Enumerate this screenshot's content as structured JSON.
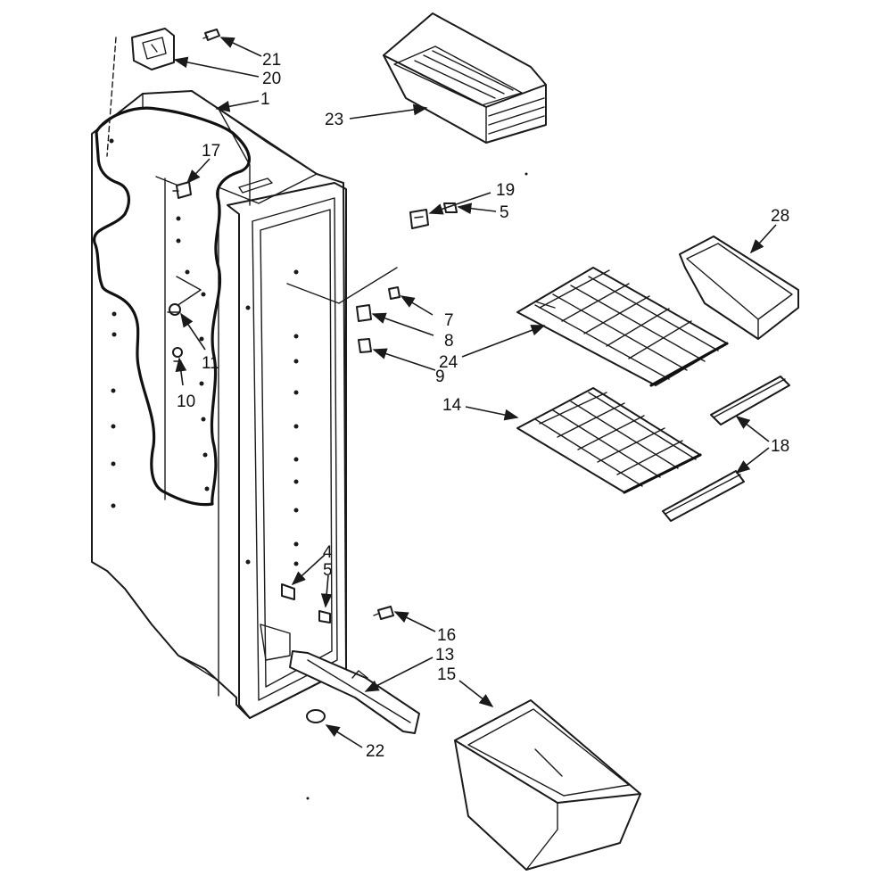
{
  "callouts": [
    {
      "id": "c1",
      "text": "1"
    },
    {
      "id": "c4",
      "text": "4"
    },
    {
      "id": "c5a",
      "text": "5"
    },
    {
      "id": "c5b",
      "text": "5"
    },
    {
      "id": "c7",
      "text": "7"
    },
    {
      "id": "c8",
      "text": "8"
    },
    {
      "id": "c9",
      "text": "9"
    },
    {
      "id": "c10",
      "text": "10"
    },
    {
      "id": "c11",
      "text": "11"
    },
    {
      "id": "c13",
      "text": "13"
    },
    {
      "id": "c14",
      "text": "14"
    },
    {
      "id": "c15",
      "text": "15"
    },
    {
      "id": "c16",
      "text": "16"
    },
    {
      "id": "c17",
      "text": "17"
    },
    {
      "id": "c18",
      "text": "18"
    },
    {
      "id": "c19",
      "text": "19"
    },
    {
      "id": "c20",
      "text": "20"
    },
    {
      "id": "c21",
      "text": "21"
    },
    {
      "id": "c22",
      "text": "22"
    },
    {
      "id": "c23",
      "text": "23"
    },
    {
      "id": "c24",
      "text": "24"
    },
    {
      "id": "c28",
      "text": "28"
    }
  ]
}
